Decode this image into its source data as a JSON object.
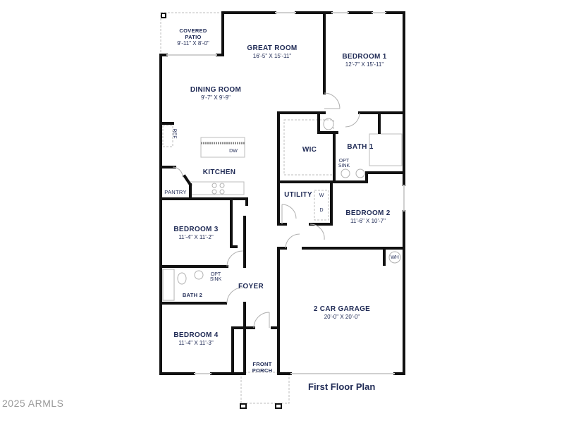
{
  "plan": {
    "title": "First Floor Plan",
    "watermark": "2025 ARMLS",
    "colors": {
      "wall": "#111111",
      "label": "#1f2a55",
      "fixture": "#b0b0b0"
    }
  },
  "rooms": {
    "covered_patio": {
      "name": "COVERED PATIO",
      "dim": "9'-11\" X 8'-0\""
    },
    "great_room": {
      "name": "GREAT ROOM",
      "dim": "16'-5\" X 15'-11\""
    },
    "bedroom1": {
      "name": "BEDROOM 1",
      "dim": "12'-7\" X 15'-11\""
    },
    "dining_room": {
      "name": "DINING ROOM",
      "dim": "9'-7\" X 9'-9\""
    },
    "wic": {
      "name": "WIC"
    },
    "bath1": {
      "name": "BATH 1"
    },
    "kitchen": {
      "name": "KITCHEN"
    },
    "pantry": {
      "name": "PANTRY"
    },
    "utility": {
      "name": "UTILITY"
    },
    "bedroom2": {
      "name": "BEDROOM 2",
      "dim": "11'-6\" X 10'-7\""
    },
    "bedroom3": {
      "name": "BEDROOM 3",
      "dim": "11'-4\" X 11'-2\""
    },
    "bath2": {
      "name": "BATH 2"
    },
    "foyer": {
      "name": "FOYER"
    },
    "garage": {
      "name": "2 CAR GARAGE",
      "dim": "20'-0\" X 20'-0\""
    },
    "bedroom4": {
      "name": "BEDROOM 4",
      "dim": "11'-4\" X 11'-3\""
    },
    "front_porch": {
      "name": "FRONT PORCH"
    }
  },
  "fixtures": {
    "ref": "REF",
    "dw": "DW",
    "opt_sink_1": "OPT SINK",
    "opt_sink_2": "OPT SINK",
    "washer": "W",
    "dryer": "D",
    "wh": "WH"
  }
}
